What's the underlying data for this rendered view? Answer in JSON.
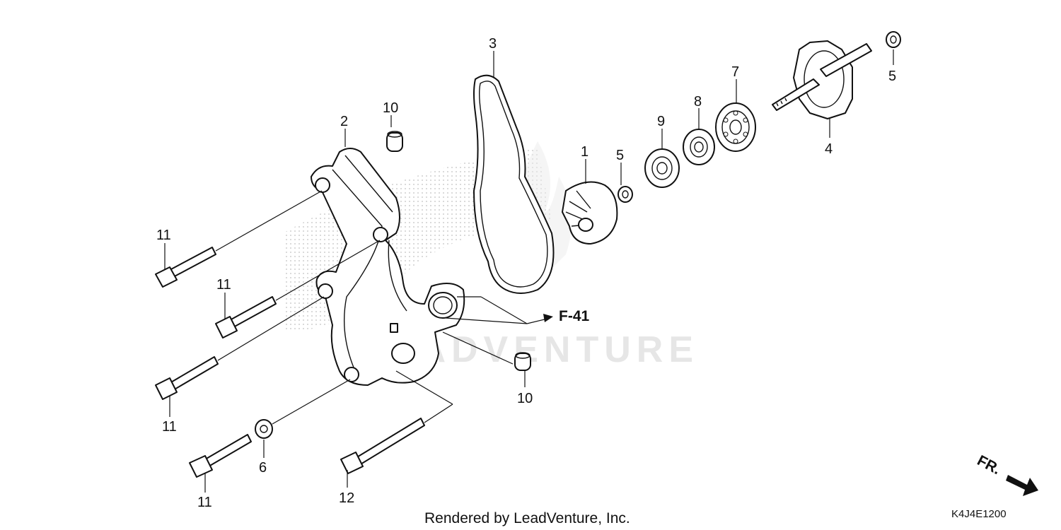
{
  "diagram": {
    "callouts": [
      {
        "id": "c1",
        "label": "1"
      },
      {
        "id": "c2",
        "label": "2"
      },
      {
        "id": "c3",
        "label": "3"
      },
      {
        "id": "c4",
        "label": "4"
      },
      {
        "id": "c5a",
        "label": "5"
      },
      {
        "id": "c5b",
        "label": "5"
      },
      {
        "id": "c6",
        "label": "6"
      },
      {
        "id": "c7",
        "label": "7"
      },
      {
        "id": "c8",
        "label": "8"
      },
      {
        "id": "c9",
        "label": "9"
      },
      {
        "id": "c10a",
        "label": "10"
      },
      {
        "id": "c10b",
        "label": "10"
      },
      {
        "id": "c11a",
        "label": "11"
      },
      {
        "id": "c11b",
        "label": "11"
      },
      {
        "id": "c11c",
        "label": "11"
      },
      {
        "id": "c11d",
        "label": "11"
      },
      {
        "id": "c12",
        "label": "12"
      }
    ],
    "section_ref": "F-41",
    "direction_label": "FR.",
    "watermark": "LEADVENTURE",
    "footer_text": "Rendered by LeadVenture, Inc.",
    "diagram_code": "K4J4E1200"
  }
}
